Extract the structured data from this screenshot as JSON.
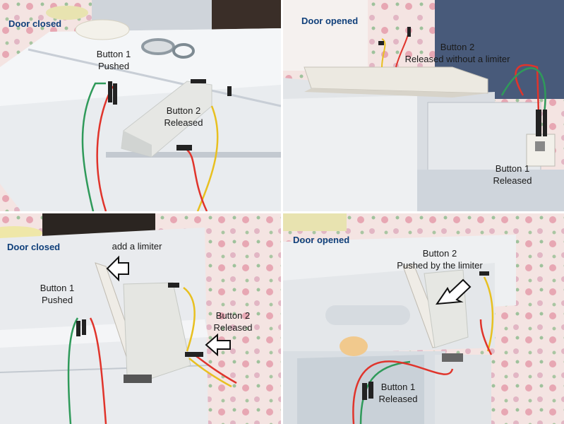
{
  "panels": [
    {
      "heading": "Door closed",
      "labels": [
        {
          "line1": "Button 1",
          "line2": "Pushed"
        },
        {
          "line1": "Button 2",
          "line2": "Released"
        }
      ]
    },
    {
      "heading": "Door opened",
      "labels": [
        {
          "line1": "Button 2",
          "line2": "Released without a limiter"
        },
        {
          "line1": "Button 1",
          "line2": "Released"
        }
      ]
    },
    {
      "heading": "Door closed",
      "labels": [
        {
          "line1": "add a limiter"
        },
        {
          "line1": "Button 1",
          "line2": "Pushed"
        },
        {
          "line1": "Button 2",
          "line2": "Released"
        }
      ]
    },
    {
      "heading": "Door opened",
      "labels": [
        {
          "line1": "Button 2",
          "line2": "Pushed by the limiter"
        },
        {
          "line1": "Button 1",
          "line2": "Released"
        }
      ]
    }
  ],
  "colors": {
    "heading": "#0f3f7a",
    "wire_red": "#e0342b",
    "wire_green": "#2f9a5a",
    "wire_yellow": "#e8c020",
    "floral_background": "#f3dede"
  }
}
